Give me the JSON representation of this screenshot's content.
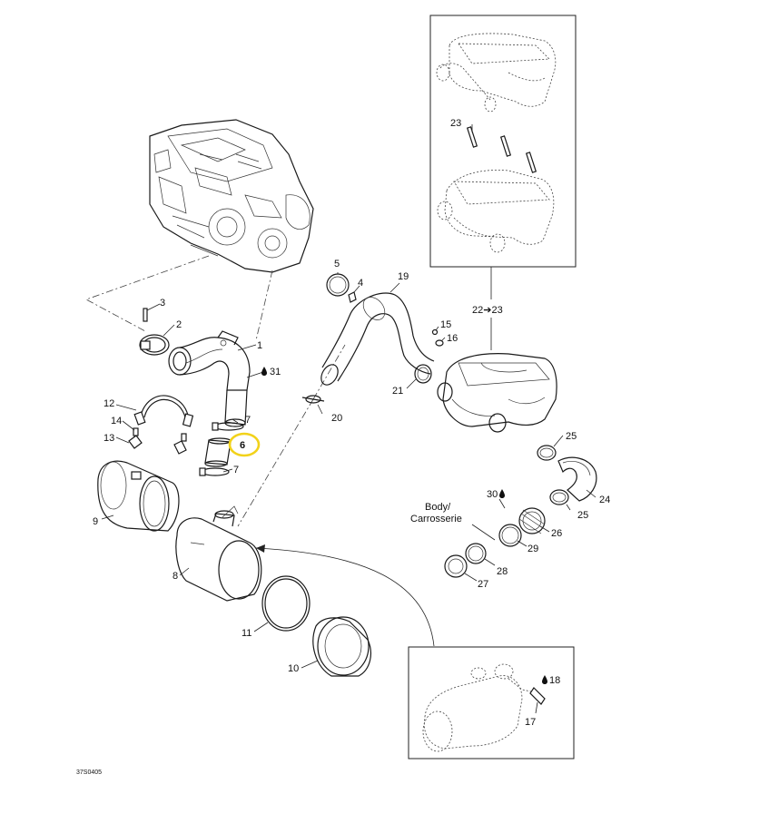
{
  "diagram": {
    "reference_code": "37S0405",
    "highlighted_part": "6",
    "highlight_color": "#f2d21a",
    "callouts": {
      "c1": "1",
      "c2": "2",
      "c3": "3",
      "c4": "4",
      "c5": "5",
      "c6": "6",
      "c7a": "7",
      "c7b": "7",
      "c8": "8",
      "c9": "9",
      "c10": "10",
      "c11": "11",
      "c12": "12",
      "c13": "13",
      "c14": "14",
      "c15": "15",
      "c16": "16",
      "c17": "17",
      "c18": "18",
      "c19": "19",
      "c20": "20",
      "c21": "21",
      "c2223": "22➔23",
      "c23": "23",
      "c24": "24",
      "c25a": "25",
      "c25b": "25",
      "c26": "26",
      "c27": "27",
      "c28": "28",
      "c29": "29",
      "c30": "30",
      "c31": "31"
    },
    "body_label_line1": "Body/",
    "body_label_line2": "Carrosserie",
    "icons": {
      "fluid_drop": "drop-icon"
    }
  }
}
